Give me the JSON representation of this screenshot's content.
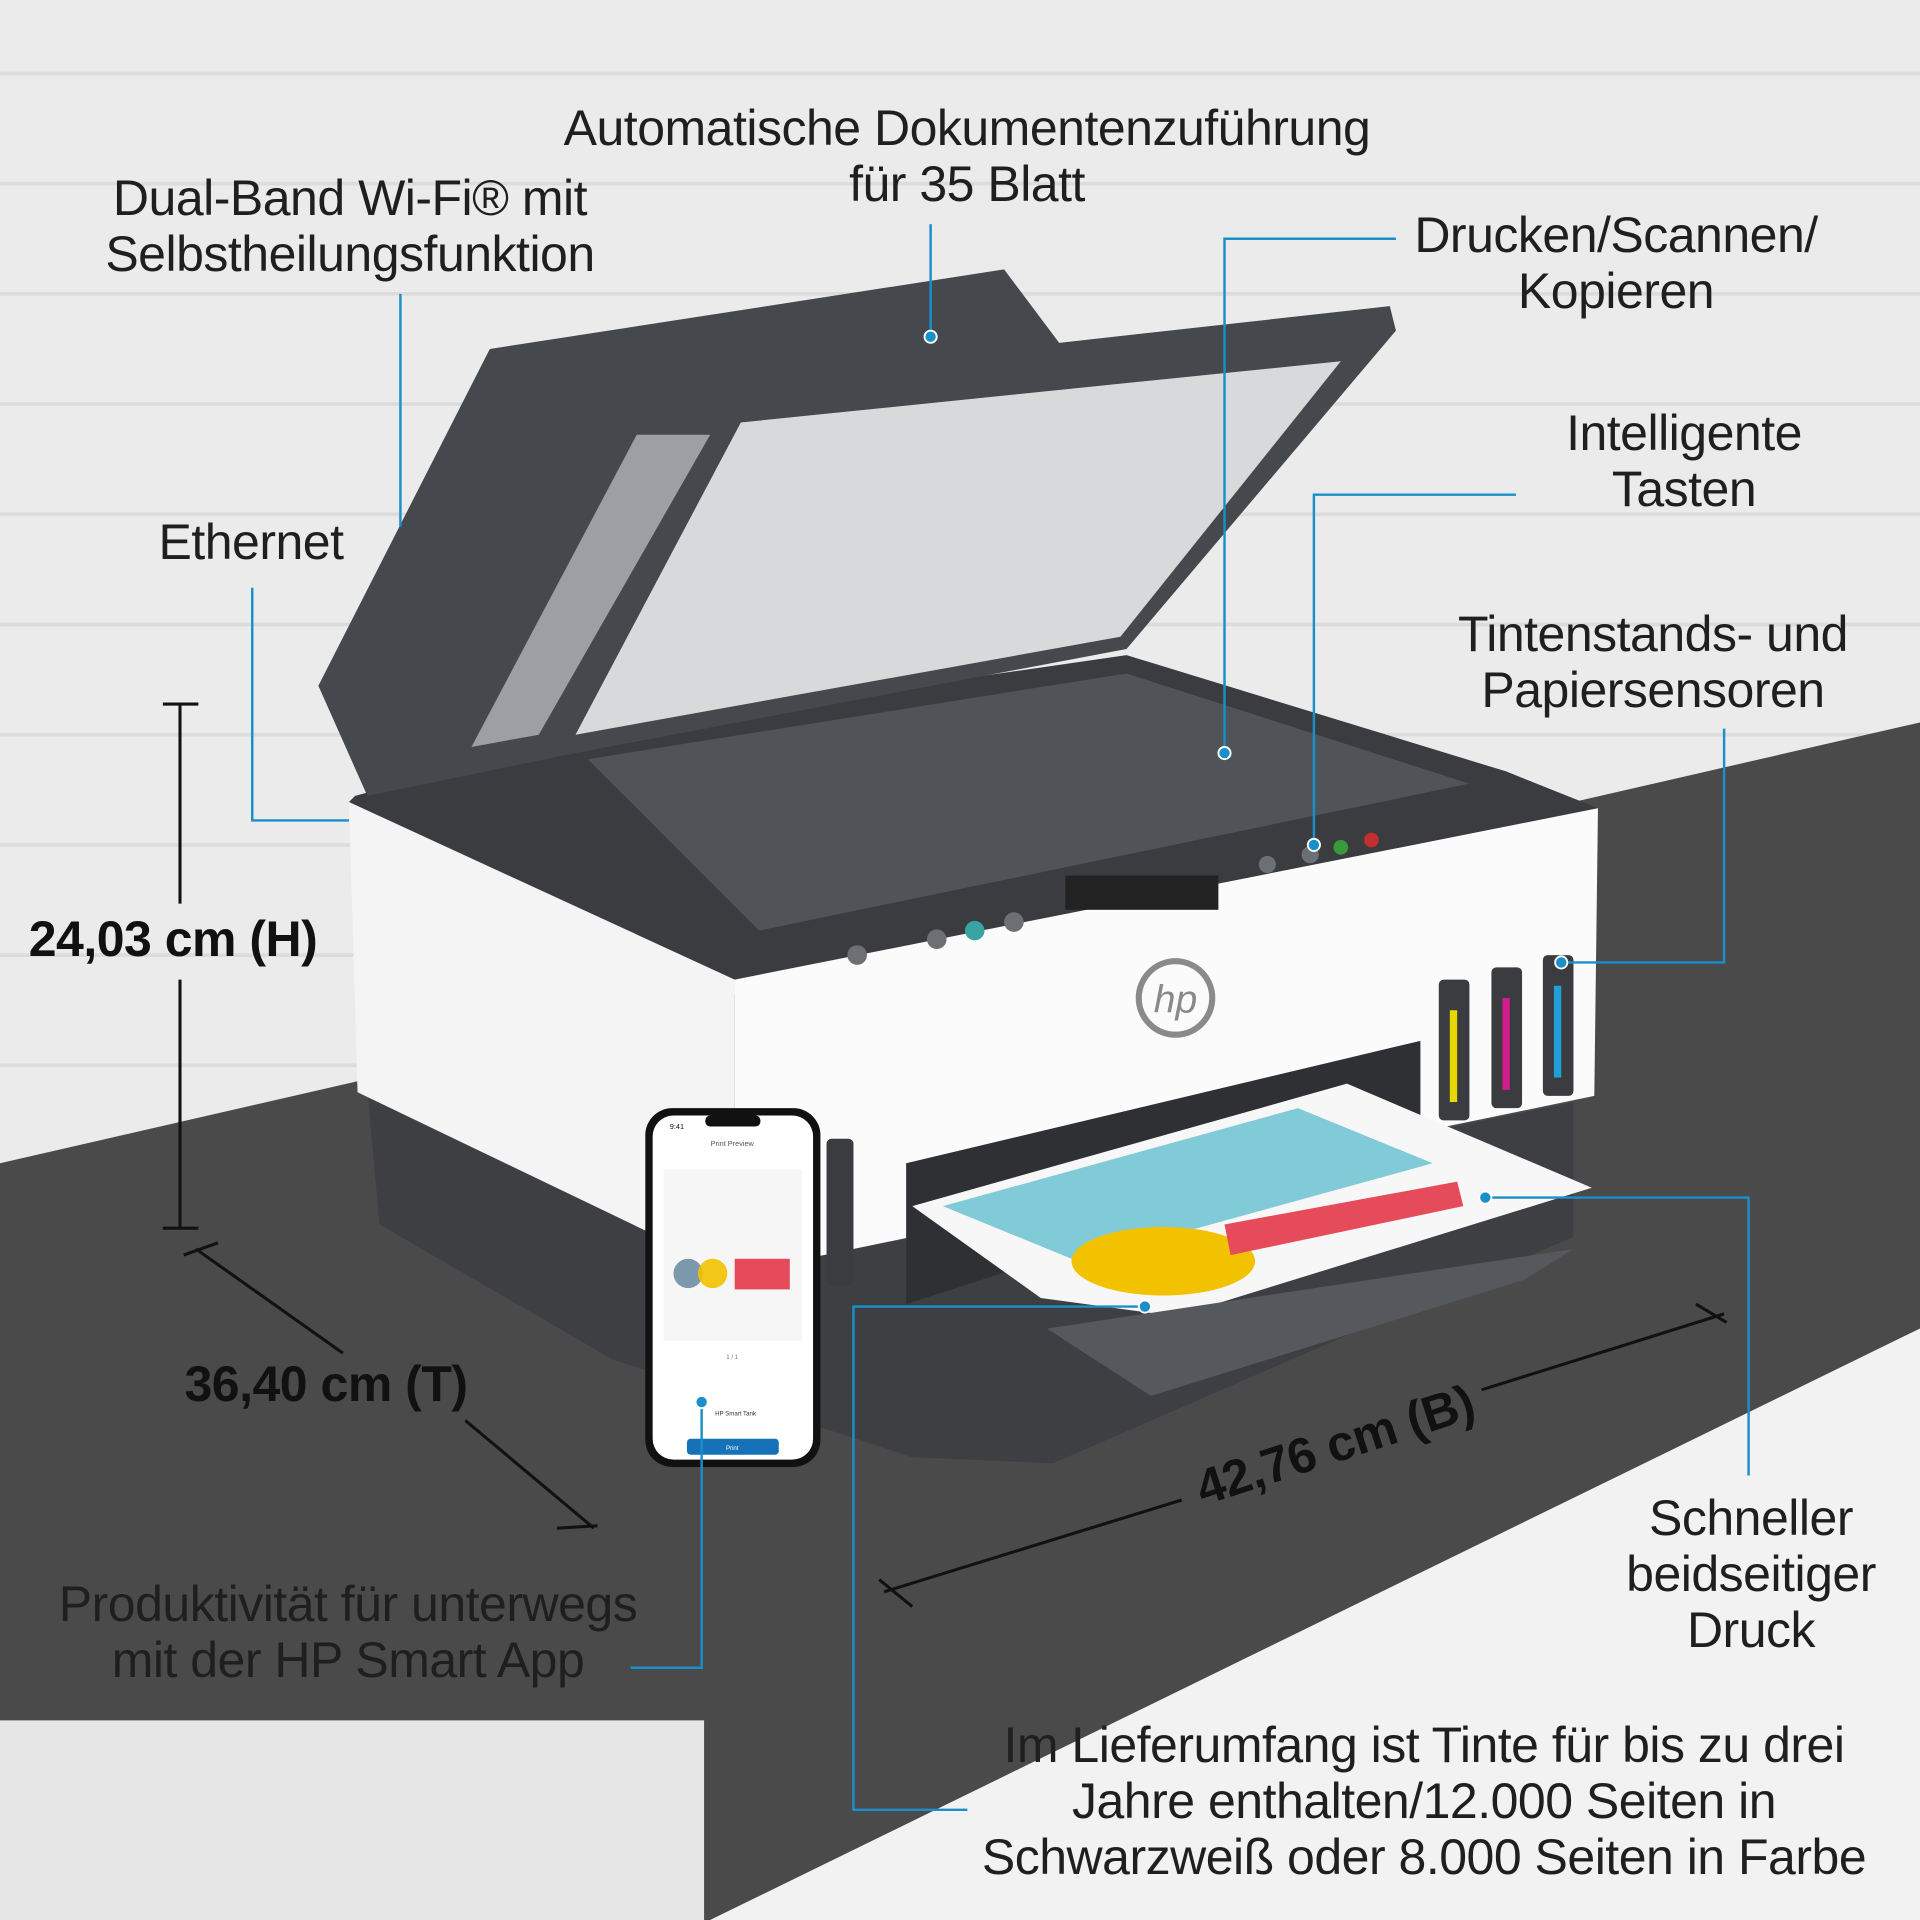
{
  "colors": {
    "leader_line": "#1a8fc9",
    "dimension_line": "#111111",
    "wall": "#ebebeb",
    "desk": "#4a4a4a",
    "cabinet": "#f2f2f2"
  },
  "callouts": {
    "adf": [
      "Automatische Dokumentenzuführung",
      "für 35 Blatt"
    ],
    "wifi": [
      "Dual-Band Wi-Fi® mit",
      "Selbstheilungsfunktion"
    ],
    "print_scan_copy": [
      "Drucken/Scannen/",
      "Kopieren"
    ],
    "smart_buttons": [
      "Intelligente",
      "Tasten"
    ],
    "sensors": [
      "Tintenstands- und",
      "Papiersensoren"
    ],
    "ethernet": "Ethernet",
    "app": [
      "Produktivität für unterwegs",
      "mit der HP Smart App"
    ],
    "duplex": [
      "Schneller",
      "beidseitiger",
      "Druck"
    ],
    "ink": [
      "Im Lieferumfang ist Tinte für bis zu drei",
      "Jahre enthalten/12.000 Seiten in",
      "Schwarzweiß oder 8.000 Seiten in Farbe"
    ]
  },
  "dimensions": {
    "height": "24,03 cm (H)",
    "depth": "36,40 cm (T)",
    "width": "42,76 cm (B)"
  },
  "phone": {
    "time": "9:41",
    "title": "Print Preview",
    "page": "1 / 1",
    "printer": "HP Smart Tank",
    "button": "Print"
  },
  "brand_logo": "hp"
}
